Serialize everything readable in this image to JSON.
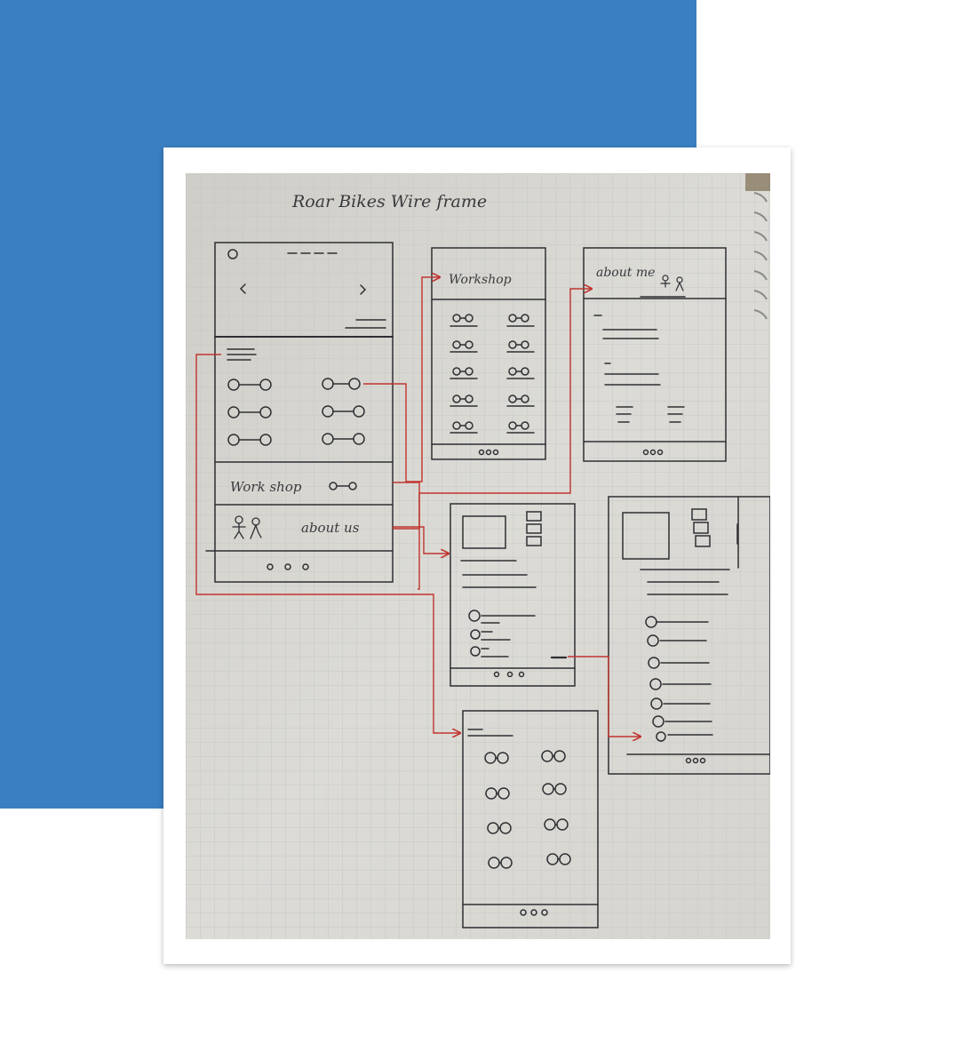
{
  "sketch": {
    "title": "Roar Bikes Wire frame",
    "home_screen": {
      "workshop_label": "Work shop",
      "about_label": "about us"
    },
    "workshop_screen": {
      "header_label": "Workshop"
    },
    "about_screen": {
      "header_label": "about me"
    }
  },
  "colors": {
    "background_block": "#3a7fc1",
    "paper": "#d9d8d3",
    "ink": "#2f2f33",
    "arrow": "#c0342e"
  }
}
